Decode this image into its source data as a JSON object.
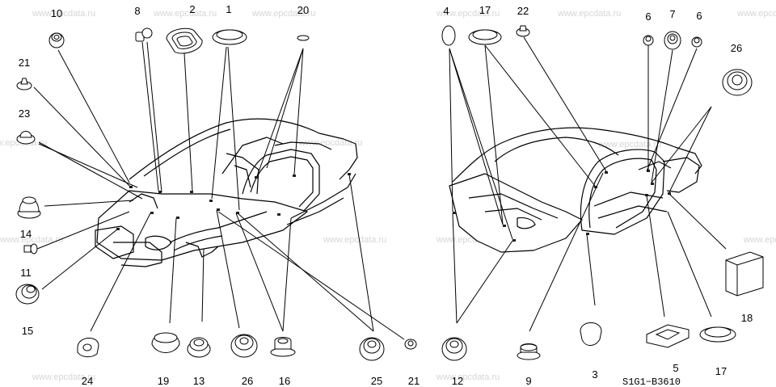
{
  "watermark": "www.epcdata.ru",
  "diagram_code": "S1G1−B3610",
  "callouts": {
    "c10": "10",
    "c8": "8",
    "c2": "2",
    "c1": "1",
    "c20": "20",
    "c21a": "21",
    "c23": "23",
    "c14": "14",
    "c11": "11",
    "c15": "15",
    "c24": "24",
    "c19": "19",
    "c13": "13",
    "c26a": "26",
    "c16": "16",
    "c25": "25",
    "c21b": "21",
    "c4": "4",
    "c17a": "17",
    "c22": "22",
    "c6a": "6",
    "c7": "7",
    "c6b": "6",
    "c26b": "26",
    "c18": "18",
    "c12": "12",
    "c9": "9",
    "c3": "3",
    "c5": "5",
    "c17b": "17"
  }
}
